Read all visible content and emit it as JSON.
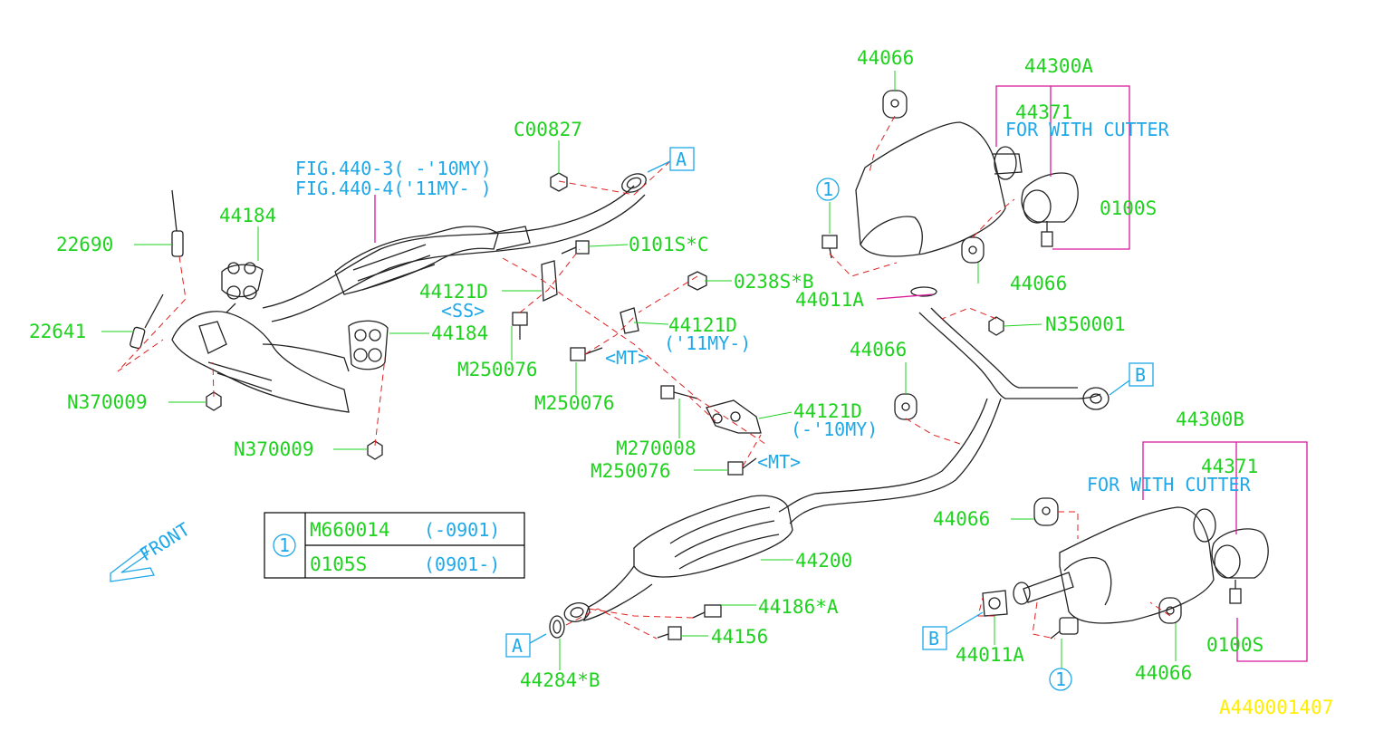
{
  "diagram": {
    "figure_refs": [
      "FIG.440-3( -'10MY)",
      "FIG.440-4('11MY- )"
    ],
    "diagram_code": "A440001407",
    "front_label": "FRONT",
    "callout_symbol": "1",
    "connectors": {
      "a": "A",
      "b": "B"
    },
    "notes": {
      "ss": "<SS>",
      "mt": "<MT>",
      "my11": "('11MY-)",
      "my10": "(-'10MY)",
      "with_cutter": "FOR WITH CUTTER"
    },
    "legend_table": {
      "symbol": "1",
      "rows": [
        {
          "part": "M660014",
          "range": "(-0901)"
        },
        {
          "part": "0105S",
          "range": "(0901-)"
        }
      ]
    },
    "parts": {
      "p44066a": "44066",
      "p44300A": "44300A",
      "p44371a": "44371",
      "p0100Sa": "0100S",
      "pC00827": "C00827",
      "p44184a": "44184",
      "p22690": "22690",
      "p22641": "22641",
      "p44184b": "44184",
      "pN370009a": "N370009",
      "pN370009b": "N370009",
      "p44121Da": "44121D",
      "pM250076a": "M250076",
      "pM250076b": "M250076",
      "p0101S": "0101S*C",
      "p0238S": "0238S*B",
      "p44121Db": "44121D",
      "p44121Dc": "44121D",
      "pM270008": "M270008",
      "pM250076c": "M250076",
      "p44066b": "44066",
      "p44011Aa": "44011A",
      "pN350001": "N350001",
      "p44066c": "44066",
      "p44300B": "44300B",
      "p44371b": "44371",
      "p44066d": "44066",
      "p44200": "44200",
      "p44186": "44186*A",
      "p44156": "44156",
      "p44284": "44284*B",
      "p44011Ab": "44011A",
      "p0100Sb": "0100S",
      "p44066e": "44066"
    }
  }
}
